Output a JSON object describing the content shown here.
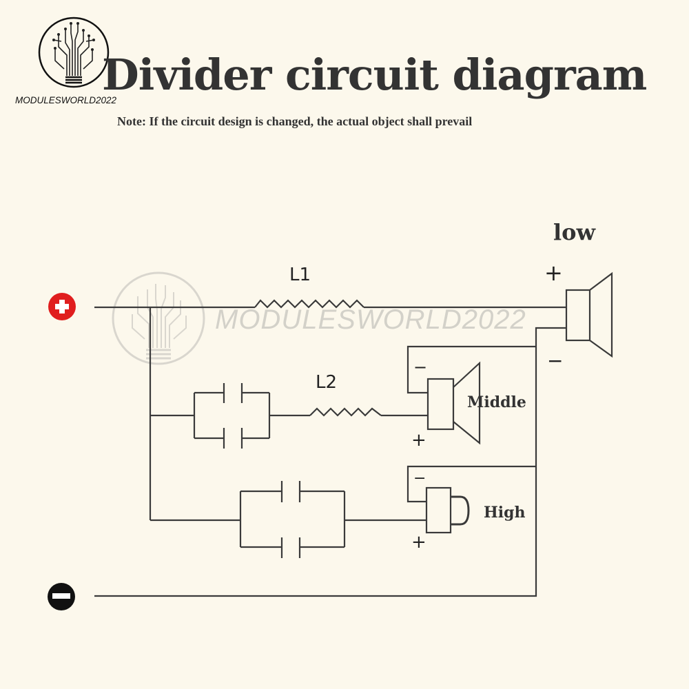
{
  "header": {
    "title": "Divider circuit diagram",
    "note": "Note: If the circuit design is changed, the actual object shall prevail",
    "brand": "MODULESWORLD2022",
    "watermark": "MODULESWORLD2022"
  },
  "circuit": {
    "inputs": {
      "positive": {
        "icon": "plus-circle-icon",
        "color": "#e01e1e"
      },
      "negative": {
        "icon": "minus-circle-icon",
        "color": "#111111"
      }
    },
    "inductors": [
      {
        "label": "L1"
      },
      {
        "label": "L2"
      }
    ],
    "speakers": {
      "low": {
        "label": "low",
        "plus": "+",
        "minus": "−"
      },
      "middle": {
        "label": "Middle",
        "plus": "+",
        "minus": "−"
      },
      "high": {
        "label": "High",
        "plus": "+",
        "minus": "−"
      }
    }
  },
  "colors": {
    "background": "#fcf8ec",
    "wire": "#3a3a3a",
    "text": "#333333"
  }
}
